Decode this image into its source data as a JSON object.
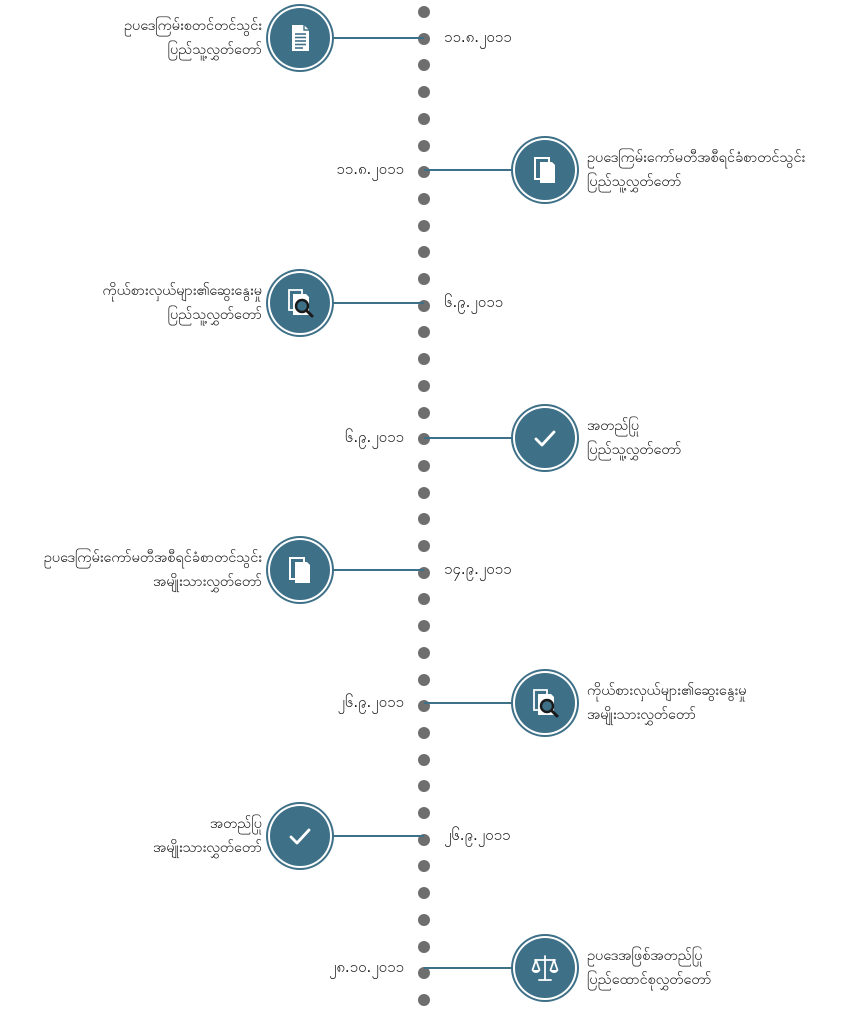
{
  "colors": {
    "accent": "#3e7088",
    "dot": "#6e6e6e",
    "text": "#1a1a1a"
  },
  "events": [
    {
      "side": "left",
      "icon": "document-icon",
      "title": "ဥပဒေကြမ်းစတင်တင်သွင်း",
      "chamber": "ပြည်သူ့လွှတ်တော်",
      "date": "၁၁.၈.၂၀၁၁"
    },
    {
      "side": "right",
      "icon": "documents-icon",
      "title": "ဥပဒေကြမ်းကော်မတီအစီရင်ခံစာတင်သွင်း",
      "chamber": "ပြည်သူ့လွှတ်တော်",
      "date": "၁၁.၈.၂၀၁၁"
    },
    {
      "side": "left",
      "icon": "document-search-icon",
      "title": "ကိုယ်စားလှယ်များ၏ဆွေးနွေးမှု",
      "chamber": "ပြည်သူ့လွှတ်တော်",
      "date": "၆.၉.၂၀၁၁"
    },
    {
      "side": "right",
      "icon": "checkmark-icon",
      "title": "အတည်ပြု",
      "chamber": "ပြည်သူ့လွှတ်တော်",
      "date": "၆.၉.၂၀၁၁"
    },
    {
      "side": "left",
      "icon": "documents-icon",
      "title": "ဥပဒေကြမ်းကော်မတီအစီရင်ခံစာတင်သွင်း",
      "chamber": "အမျိုးသားလွှတ်တော်",
      "date": "၁၄.၉.၂၀၁၁"
    },
    {
      "side": "right",
      "icon": "document-search-icon",
      "title": "ကိုယ်စားလှယ်များ၏ဆွေးနွေးမှု",
      "chamber": "အမျိုးသားလွှတ်တော်",
      "date": "၂၆.၉.၂၀၁၁"
    },
    {
      "side": "left",
      "icon": "checkmark-icon",
      "title": "အတည်ပြု",
      "chamber": "အမျိုးသားလွှတ်တော်",
      "date": "၂၆.၉.၂၀၁၁"
    },
    {
      "side": "right",
      "icon": "scales-icon",
      "title": "ဥပဒေအဖြစ်အတည်ပြု",
      "chamber": "ပြည်ထောင်စုလွှတ်တော်",
      "date": "၂၈.၁၀.၂၀၁၁"
    }
  ]
}
